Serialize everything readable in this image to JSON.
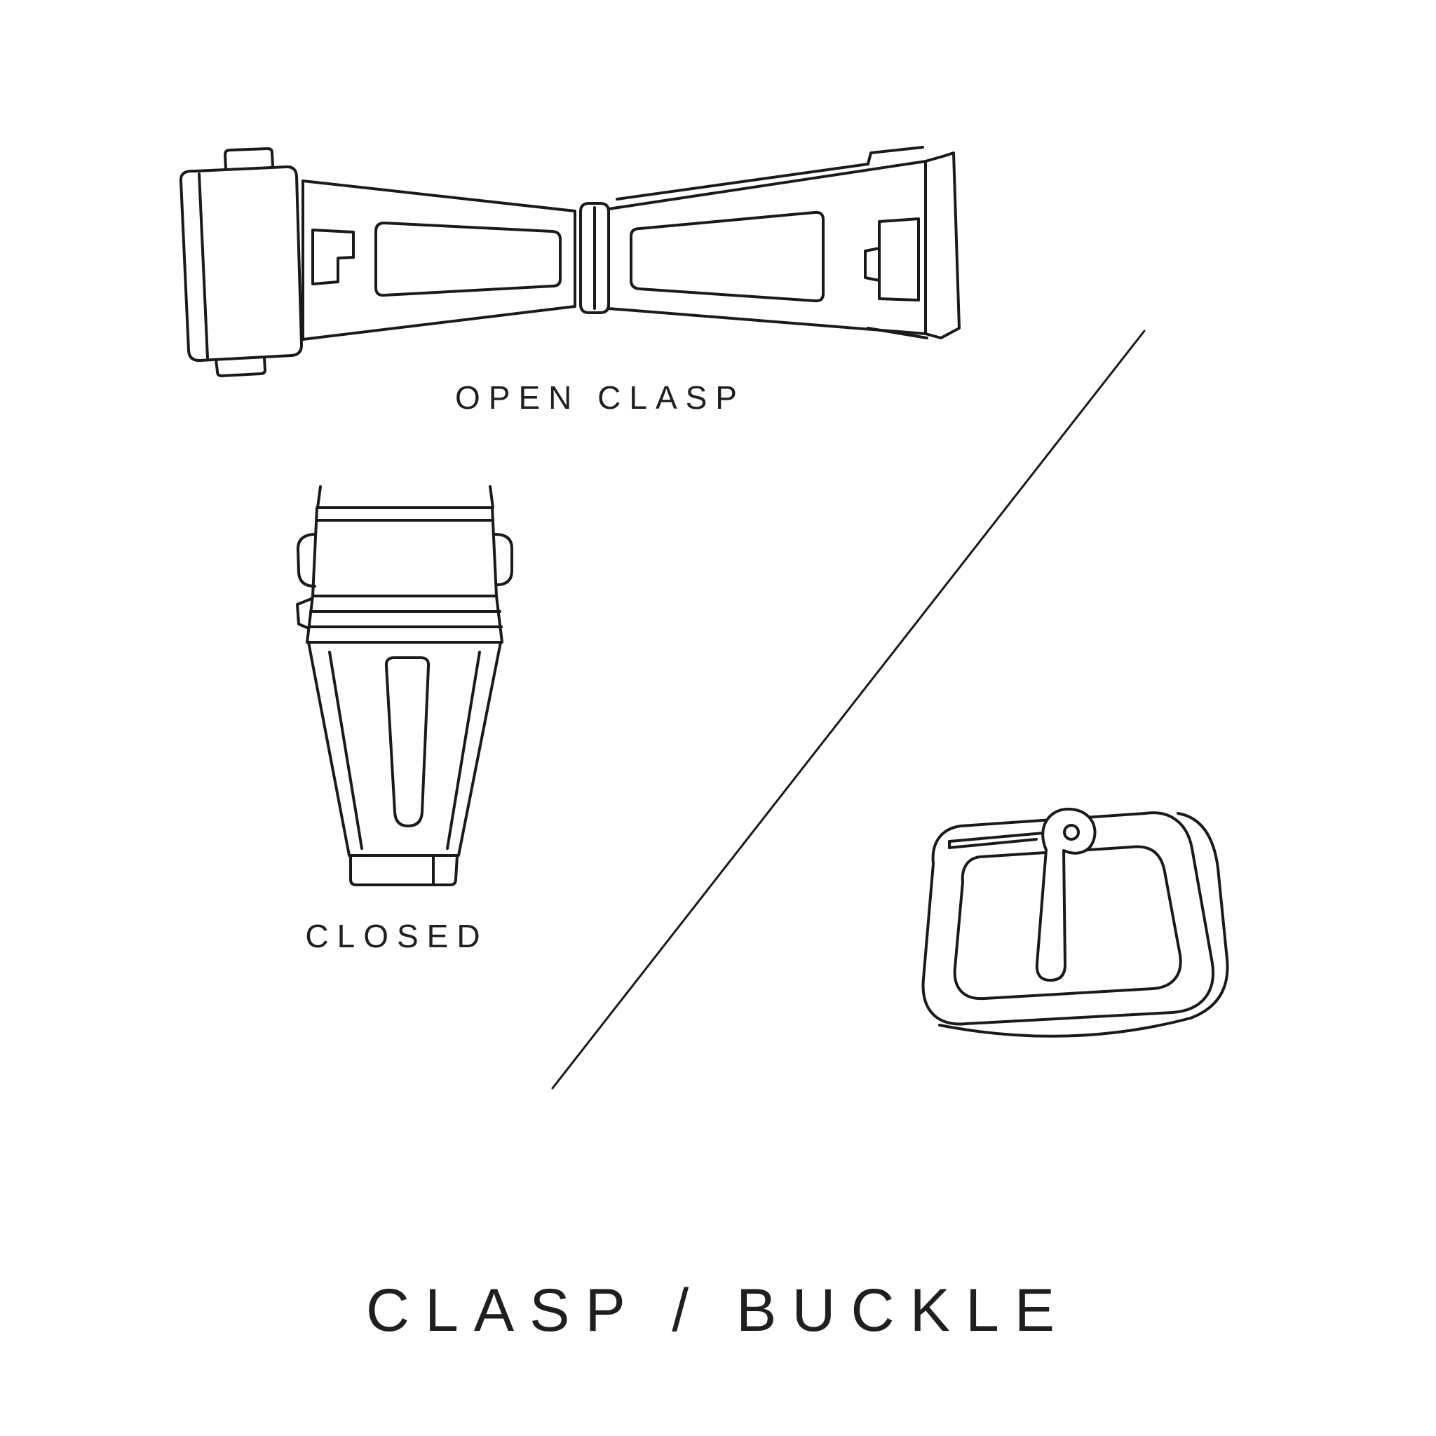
{
  "page": {
    "title": "CLASP / BUCKLE",
    "background_color": "#ffffff",
    "line_color": "#1a1a1a"
  },
  "figures": {
    "open_clasp": {
      "label": "OPEN CLASP",
      "icon": "open-clasp-illustration"
    },
    "closed_clasp": {
      "label": "CLOSED",
      "icon": "closed-clasp-illustration"
    },
    "buckle": {
      "label": "",
      "icon": "tang-buckle-illustration"
    },
    "divider": {
      "icon": "diagonal-divider-line"
    }
  }
}
